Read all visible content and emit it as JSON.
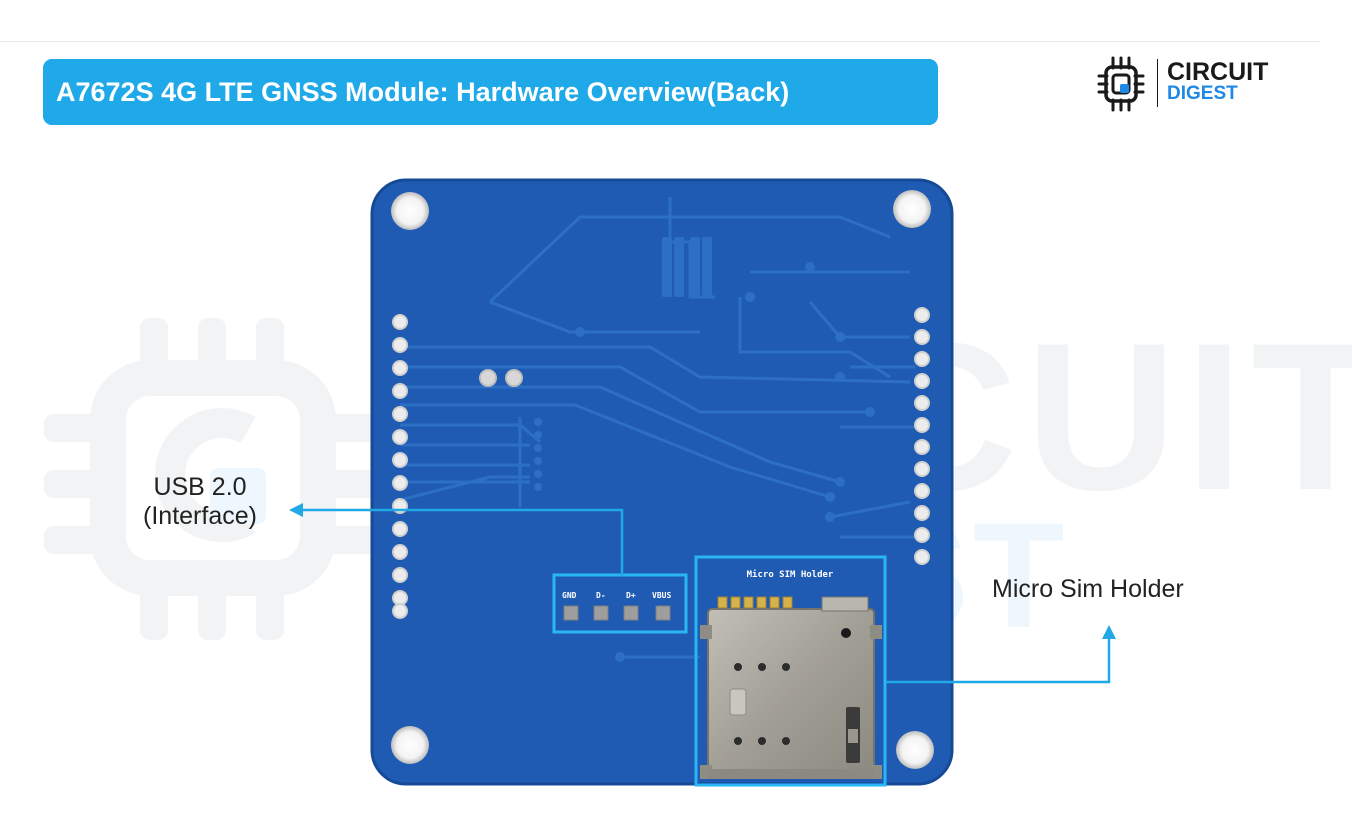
{
  "title": "A7672S 4G LTE GNSS Module: Hardware Overview(Back)",
  "brand": {
    "line1": "CIRCUIT",
    "line2": "DIGEST"
  },
  "watermark": {
    "line1": "CIRCUIT",
    "line2": "DIGEST"
  },
  "board": {
    "silkscreen": {
      "sim_holder": "Micro SIM Holder"
    },
    "usb_pads": [
      "GND",
      "D-",
      "D+",
      "VBUS"
    ]
  },
  "callouts": {
    "usb_line1": "USB 2.0",
    "usb_line2": "(Interface)",
    "sim": "Micro Sim Holder"
  },
  "colors": {
    "accent": "#20a9e6",
    "banner": "#1fa9e8",
    "pcb": "#1f5bb3",
    "brand_blue": "#1e88e5",
    "metal": "#a7a49b"
  }
}
